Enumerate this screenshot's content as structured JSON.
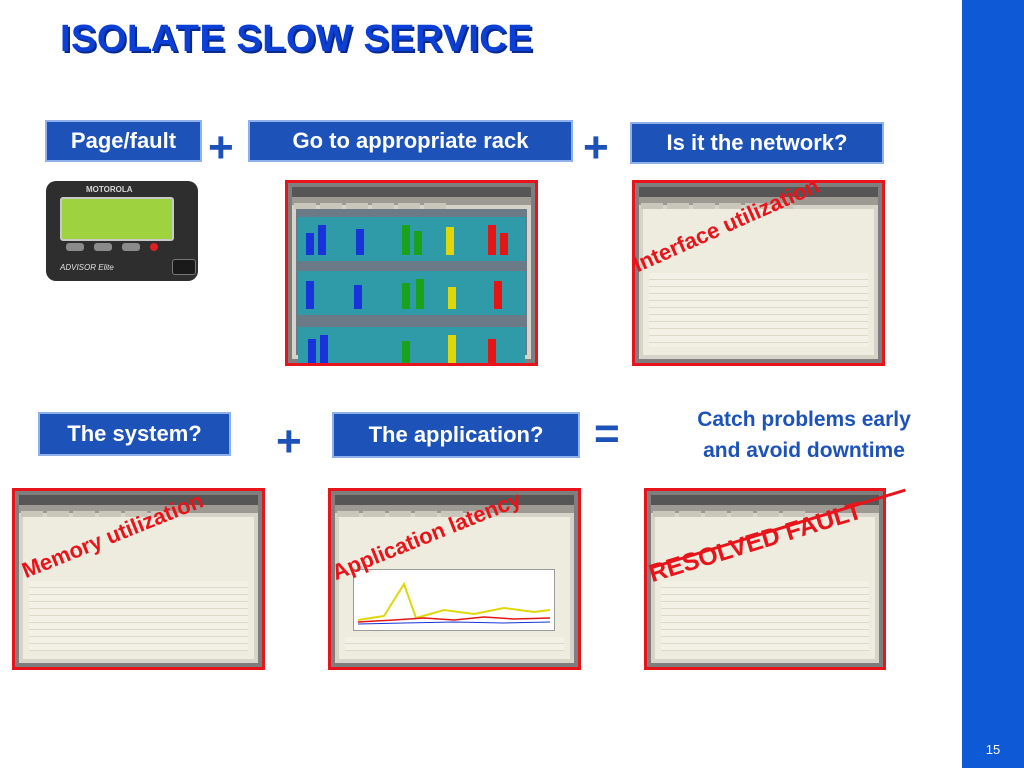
{
  "slide": {
    "title": "ISOLATE SLOW SERVICE",
    "page_number": "15",
    "colors": {
      "accent": "#1d52b8",
      "title": "#0b3fd6",
      "annotation": "#e8141b",
      "sidebar": "#0e5ad6"
    }
  },
  "top_row": {
    "step1": "Page/fault",
    "step2": "Go to appropriate rack",
    "step3": "Is it the network?",
    "op1": "+",
    "op2": "+"
  },
  "bottom_row": {
    "step1": "The system?",
    "step2": "The application?",
    "op1": "+",
    "op2": "=",
    "result_line1": "Catch problems early",
    "result_line2": "and avoid downtime"
  },
  "annotations": {
    "interface": "Interface utilization",
    "memory": "Memory utilization",
    "latency": "Application latency",
    "resolved": "RESOLVED FAULT"
  },
  "pager": {
    "logo": "MOTOROLA",
    "brand": "ADVISOR Elite"
  },
  "icons": {
    "pager": "pager-device-icon"
  }
}
